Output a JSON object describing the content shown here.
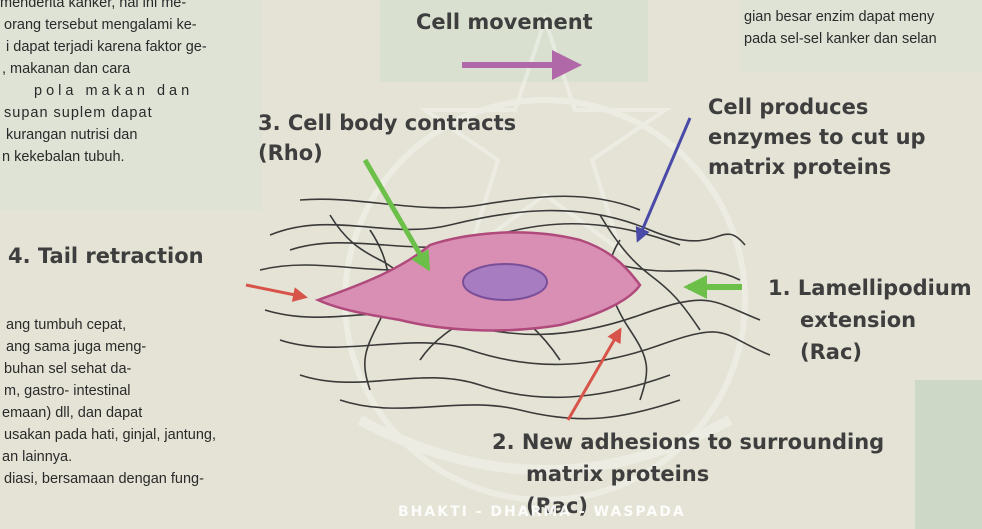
{
  "left_column": {
    "lines": [
      "menderita kanker, hal ini me-",
      "orang tersebut mengalami ke-",
      "i dapat terjadi karena faktor ge-",
      ", makanan dan cara",
      "pola makan dan",
      "supan suplem dapat",
      "kurangan nutrisi dan",
      "n kekebalan tubuh."
    ],
    "lines_bottom": [
      "ang tumbuh cepat,",
      "ang sama juga meng-",
      "buhan sel sehat da-",
      "m, gastro- intestinal",
      "emaan) dll, dan dapat",
      "usakan pada hati, ginjal, jantung,",
      "an lainnya.",
      "diasi, bersamaan dengan fung-"
    ]
  },
  "right_column": {
    "lines": [
      "gian besar enzim dapat meny",
      "pada sel-sel kanker dan selan"
    ]
  },
  "diagram": {
    "title": "Cell movement",
    "labels": {
      "step3_line1": "3. Cell body contracts",
      "step3_line2": "(Rho)",
      "enzymes_line1": "Cell produces",
      "enzymes_line2": "enzymes to cut up",
      "enzymes_line3": "matrix proteins",
      "step4": "4. Tail retraction",
      "step1_line1": "1. Lamellipodium",
      "step1_line2": "extension",
      "step1_line3": "(Rac)",
      "step2_line1": "2. New adhesions to surrounding",
      "step2_line2": "matrix proteins",
      "step2_line3": "(Rac)"
    },
    "colors": {
      "cell_fill": "#d98fb4",
      "cell_stroke": "#b04a7c",
      "nucleus": "#a77cc0",
      "arrow_movement": "#b068a8",
      "arrow_green": "#6cc04a",
      "arrow_blue": "#4a4aa8",
      "arrow_red": "#d8544a",
      "fiber": "#3a3a3a"
    }
  },
  "watermark": {
    "text": "BHAKTI - DHARMA - WASPADA"
  }
}
